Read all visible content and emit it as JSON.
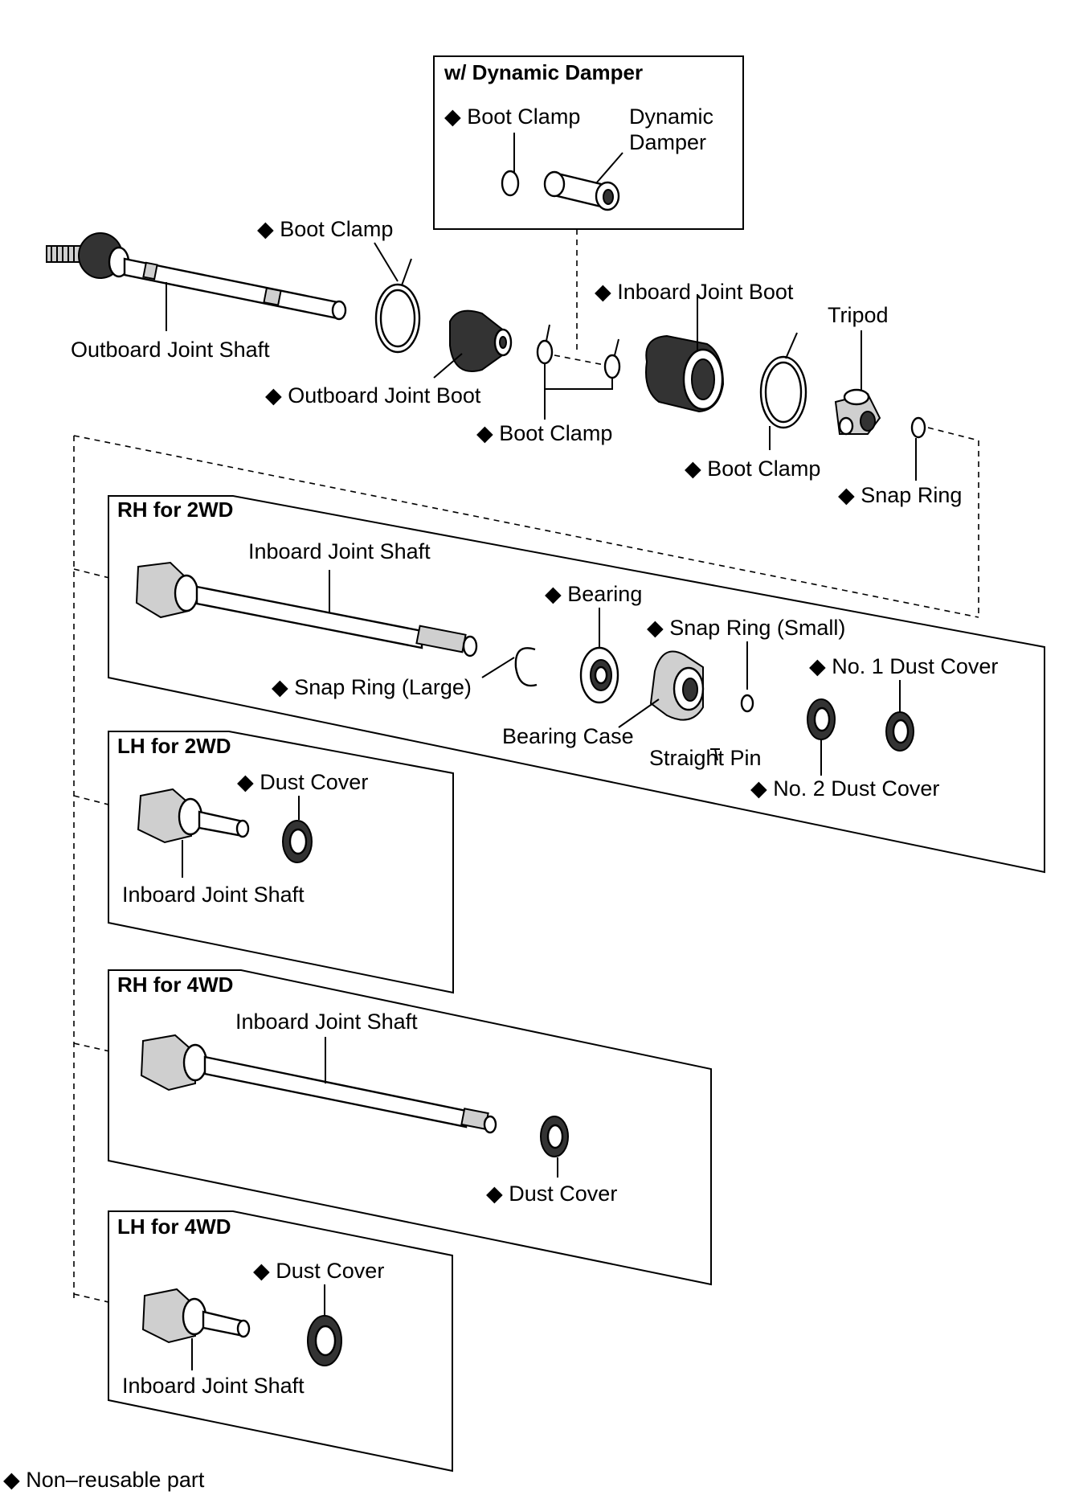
{
  "diagram": {
    "damper_box": {
      "title": "w/ Dynamic Damper",
      "boot_clamp": "◆ Boot Clamp",
      "dynamic_damper_1": "Dynamic",
      "dynamic_damper_2": "Damper"
    },
    "top": {
      "boot_clamp_upper": "◆ Boot Clamp",
      "outboard_joint_shaft": "Outboard Joint Shaft",
      "outboard_joint_boot": "◆ Outboard Joint Boot",
      "boot_clamp_middle": "◆ Boot Clamp",
      "inboard_joint_boot": "◆ Inboard Joint Boot",
      "tripod": "Tripod",
      "boot_clamp_right": "◆ Boot Clamp",
      "snap_ring": "◆ Snap Ring"
    },
    "rh_2wd": {
      "title": "RH for 2WD",
      "inboard_joint_shaft": "Inboard Joint Shaft",
      "bearing": "◆ Bearing",
      "snap_ring_small": "◆ Snap Ring (Small)",
      "no1_dust_cover": "◆ No. 1 Dust Cover",
      "snap_ring_large": "◆ Snap Ring (Large)",
      "bearing_case": "Bearing Case",
      "straight_pin": "Straight Pin",
      "no2_dust_cover": "◆ No. 2 Dust Cover"
    },
    "lh_2wd": {
      "title": "LH for 2WD",
      "dust_cover": "◆ Dust Cover",
      "inboard_joint_shaft": "Inboard Joint Shaft"
    },
    "rh_4wd": {
      "title": "RH for 4WD",
      "inboard_joint_shaft": "Inboard Joint Shaft",
      "dust_cover": "◆ Dust Cover"
    },
    "lh_4wd": {
      "title": "LH for 4WD",
      "dust_cover": "◆ Dust Cover",
      "inboard_joint_shaft": "Inboard Joint Shaft"
    },
    "legend": "◆ Non–reusable part"
  }
}
